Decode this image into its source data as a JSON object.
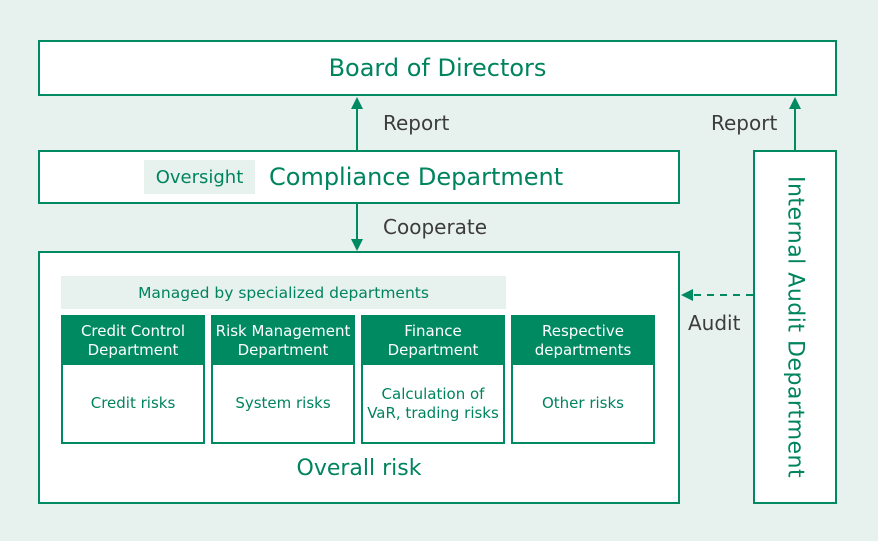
{
  "board": {
    "title": "Board of Directors"
  },
  "compliance": {
    "badge": "Oversight",
    "title": "Compliance Department"
  },
  "edges": {
    "report_left": "Report",
    "report_right": "Report",
    "cooperate": "Cooperate",
    "audit": "Audit"
  },
  "overall": {
    "banner": "Managed by specialized departments",
    "label": "Overall risk",
    "departments": [
      {
        "name": "Credit Control Department",
        "risk": "Credit risks"
      },
      {
        "name": "Risk Management Department",
        "risk": "System risks"
      },
      {
        "name": "Finance Department",
        "risk": "Calculation of VaR, trading risks"
      },
      {
        "name": "Respective departments",
        "risk": "Other risks"
      }
    ]
  },
  "audit_department": {
    "title": "Internal Audit Department"
  },
  "colors": {
    "accent": "#008a62",
    "background": "#e7f1ee",
    "text": "#3c3c3c"
  }
}
